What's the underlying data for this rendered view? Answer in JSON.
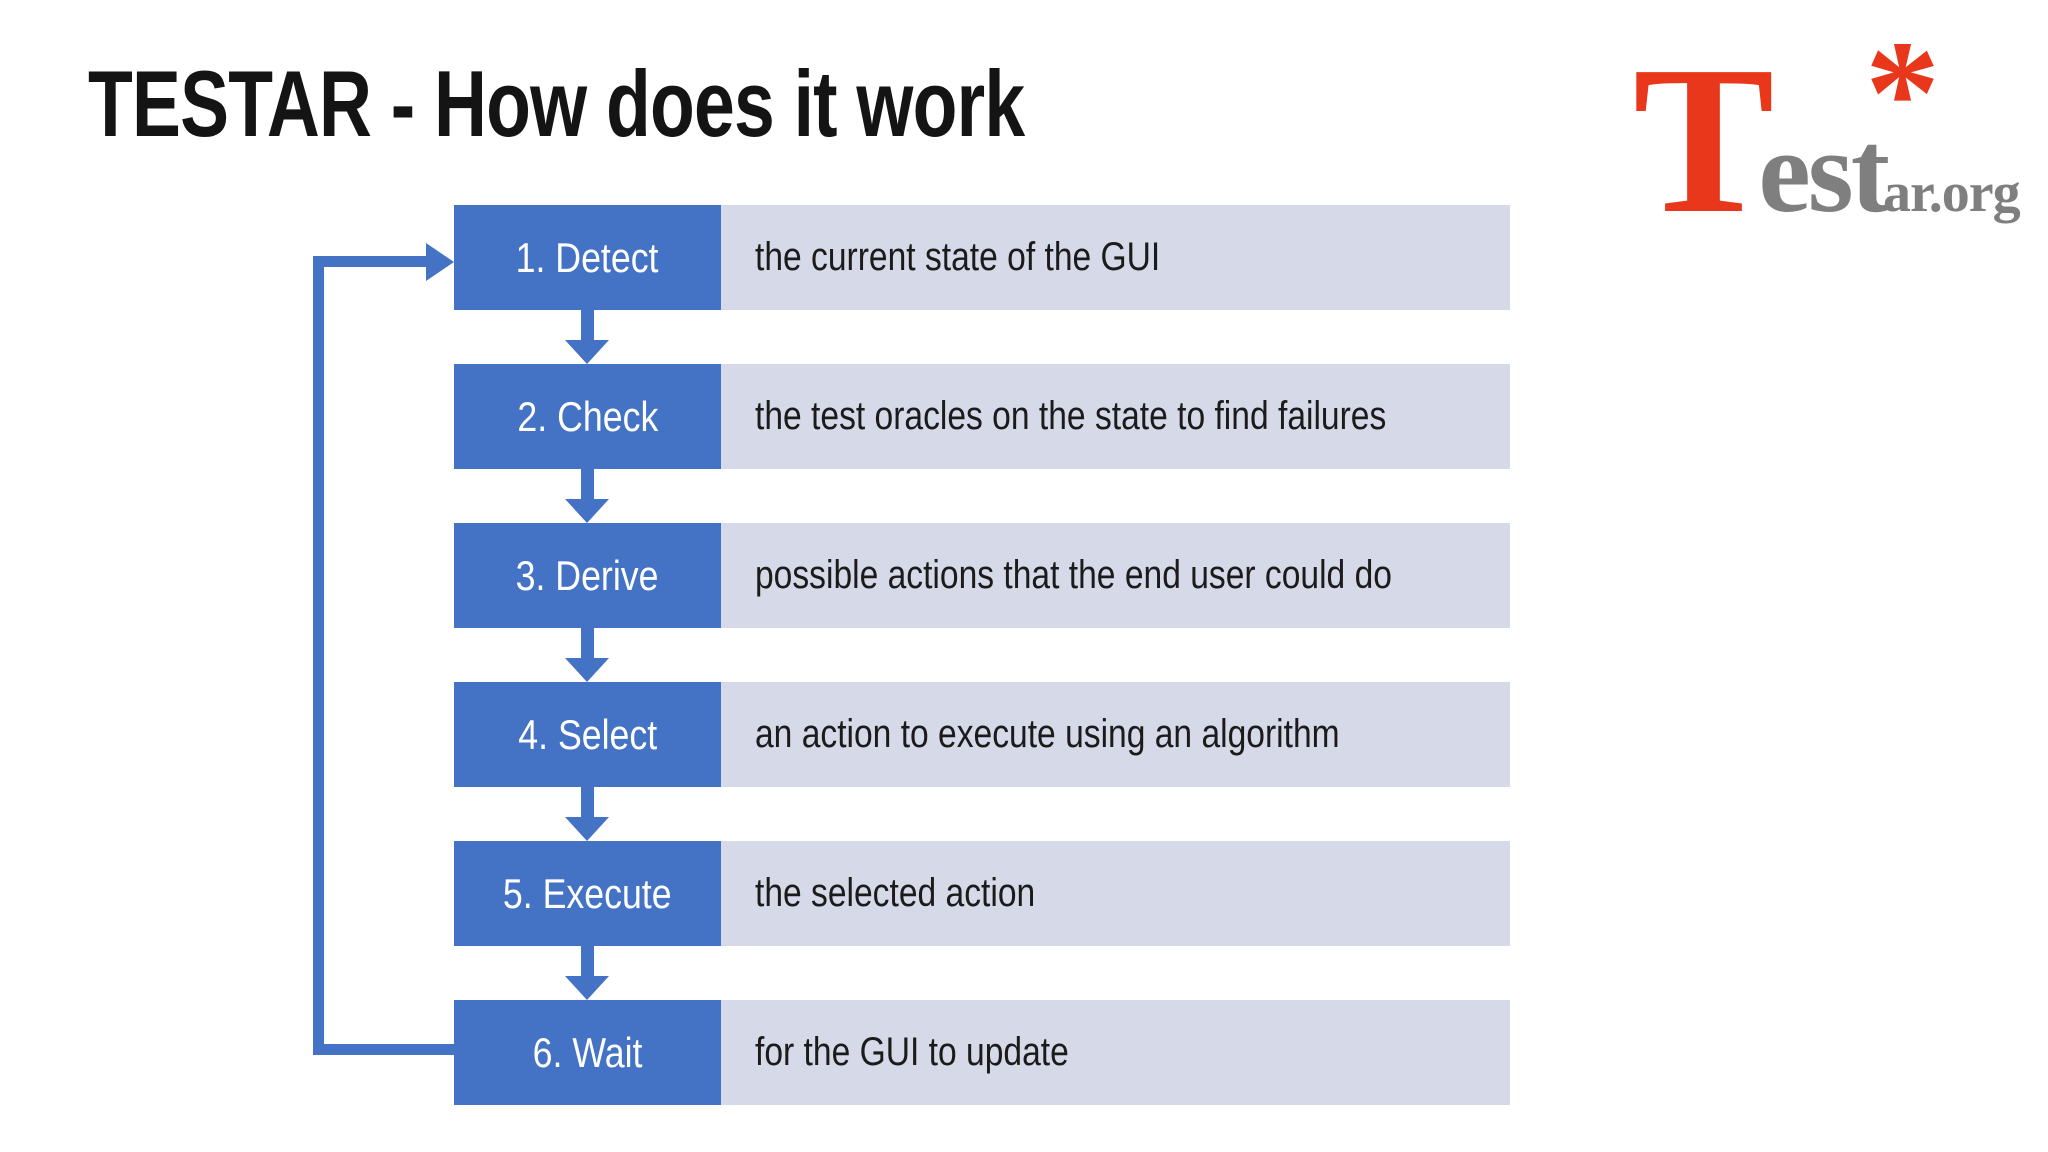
{
  "slide": {
    "title": "TESTAR - How does it work"
  },
  "logo": {
    "t": "T",
    "est": "est",
    "asterisk": "*",
    "suffix": "ar.org"
  },
  "flow": {
    "steps": [
      {
        "label": "1. Detect",
        "description": "the current state of the GUI"
      },
      {
        "label": "2. Check",
        "description": "the test oracles on the state to find failures"
      },
      {
        "label": "3. Derive",
        "description": "possible actions that the end user could do"
      },
      {
        "label": "4. Select",
        "description": "an action to execute using an algorithm"
      },
      {
        "label": "5. Execute",
        "description": "the selected action"
      },
      {
        "label": "6. Wait",
        "description": "for the GUI to update"
      }
    ]
  },
  "colors": {
    "step_box_blue": "#4472C4",
    "description_box_lavender": "#D5D9E8",
    "arrow_blue": "#4472C4",
    "logo_red": "#E9371B",
    "logo_gray": "#7F7F7F",
    "title_text": "#141414",
    "description_text": "#1B1B1B",
    "background": "#FFFFFF"
  }
}
